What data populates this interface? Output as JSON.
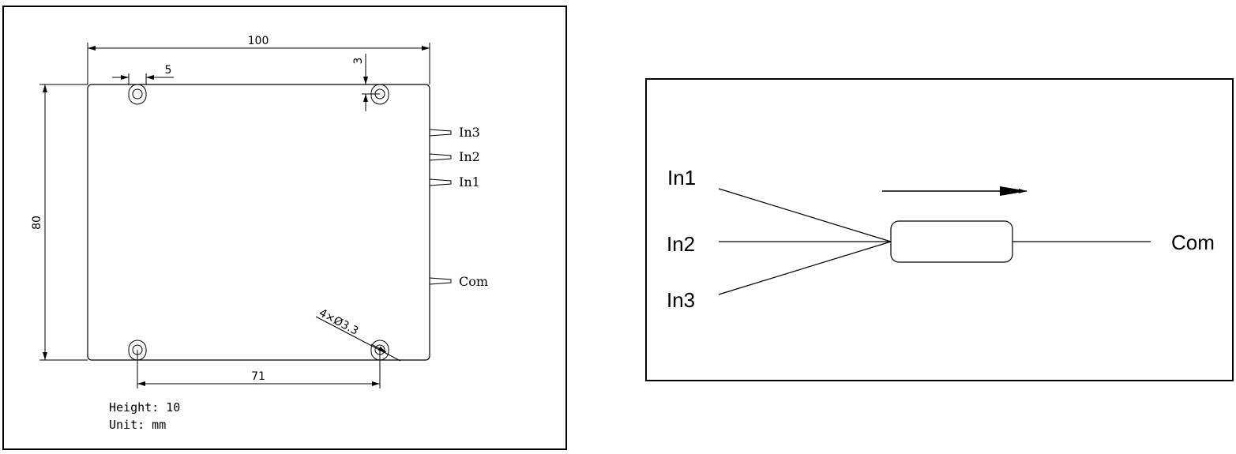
{
  "mech_drawing": {
    "dim_width": "100",
    "dim_height": "80",
    "dim_hole_offset_x": "5",
    "dim_hole_offset_y": "3",
    "dim_hole_spacing": "71",
    "hole_callout": "4×Ø3.3",
    "ports": [
      "In3",
      "In2",
      "In1",
      "Com"
    ],
    "notes": {
      "height": "Height: 10",
      "unit": "Unit: mm"
    }
  },
  "schematic": {
    "inputs": [
      "In1",
      "In2",
      "In3"
    ],
    "output": "Com"
  }
}
